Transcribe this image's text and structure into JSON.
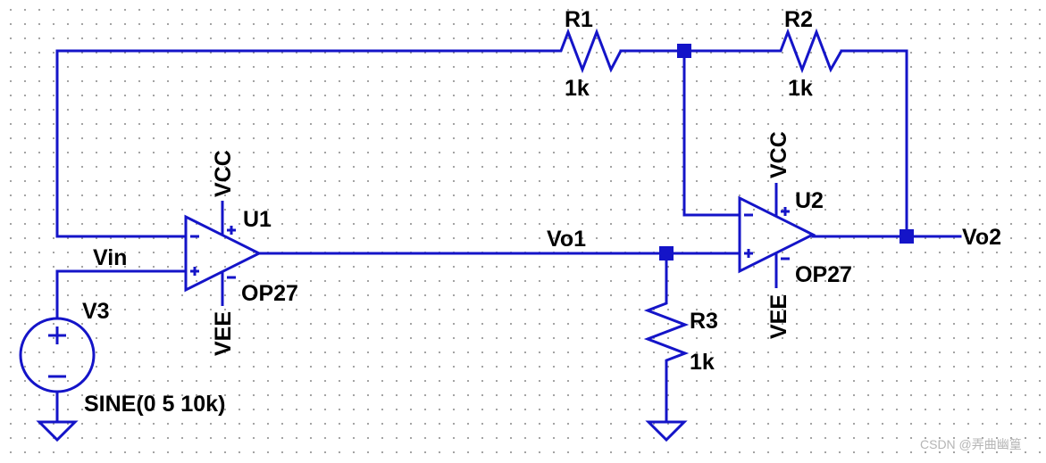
{
  "colors": {
    "wire": "#1414c8",
    "text": "#000000",
    "grid_dots": "#9a9a9a",
    "watermark": "#b5b5b5"
  },
  "labels": {
    "r1": "R1",
    "r1_value": "1k",
    "r2": "R2",
    "r2_value": "1k",
    "r3": "R3",
    "r3_value": "1k",
    "u1": "U1",
    "u1_model": "OP27",
    "u2": "U2",
    "u2_model": "OP27",
    "u1_vcc": "VCC",
    "u1_vee": "VEE",
    "u2_vcc": "VCC",
    "u2_vee": "VEE",
    "v3": "V3",
    "v3_value": "SINE(0 5 10k)",
    "net_vin": "Vin",
    "net_vo1": "Vo1",
    "net_vo2": "Vo2"
  },
  "signs": {
    "plus": "+",
    "minus": "−"
  },
  "watermark": "CSDN @弄曲幽篁"
}
